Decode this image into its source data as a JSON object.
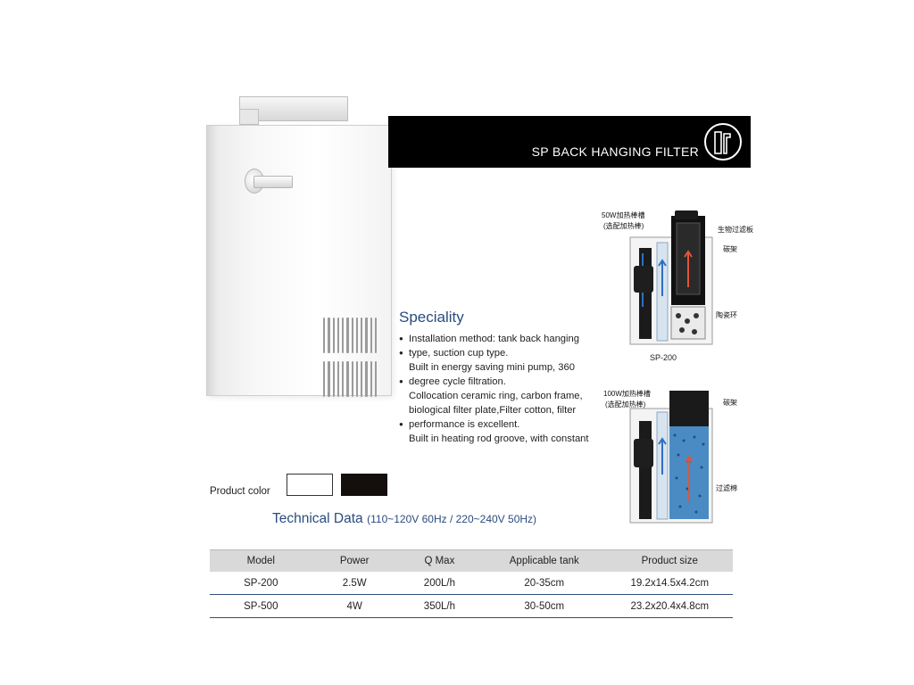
{
  "header": {
    "title": "SP BACK HANGING FILTER",
    "logo_icon": "filter-tube-logo-icon"
  },
  "speciality": {
    "title": "Speciality",
    "lines": [
      {
        "text": "Installation method: tank back hanging",
        "bullet": true
      },
      {
        "text": "type, suction cup type.",
        "bullet": true
      },
      {
        "text": "Built in energy saving mini pump, 360",
        "bullet": false
      },
      {
        "text": "degree cycle filtration.",
        "bullet": true
      },
      {
        "text": "Collocation ceramic ring, carbon frame,",
        "bullet": false
      },
      {
        "text": "biological filter plate,Filter cotton, filter",
        "bullet": false
      },
      {
        "text": "performance is excellent.",
        "bullet": true
      },
      {
        "text": "Built in heating rod groove, with constant",
        "bullet": false
      }
    ]
  },
  "diagram_top": {
    "heater_slot": "50W加热棒槽",
    "heater_optional": "(选配加热棒)",
    "bio_plate": "生物过滤板",
    "carbon_frame": "碳架",
    "ceramic_ring": "陶瓷环",
    "caption": "SP-200"
  },
  "diagram_bottom": {
    "heater_slot": "100W加热棒槽",
    "heater_optional": "(选配加热棒)",
    "carbon_frame": "碳架",
    "filter_cotton": "过滤棉"
  },
  "product_color": {
    "label": "Product color",
    "colors": [
      "#ffffff",
      "#140f0c"
    ]
  },
  "technical": {
    "title": "Technical Data",
    "subtitle": "(110~120V 60Hz / 220~240V 50Hz)"
  },
  "table": {
    "headers": [
      "Model",
      "Power",
      "Q Max",
      "Applicable tank",
      "Product size"
    ],
    "rows": [
      [
        "SP-200",
        "2.5W",
        "200L/h",
        "20-35cm",
        "19.2x14.5x4.2cm"
      ],
      [
        "SP-500",
        "4W",
        "350L/h",
        "30-50cm",
        "23.2x20.4x4.8cm"
      ]
    ]
  },
  "colors": {
    "header_bg": "#000000",
    "accent_blue": "#2a4c7f",
    "table_header_bg": "#d9d9d9"
  }
}
